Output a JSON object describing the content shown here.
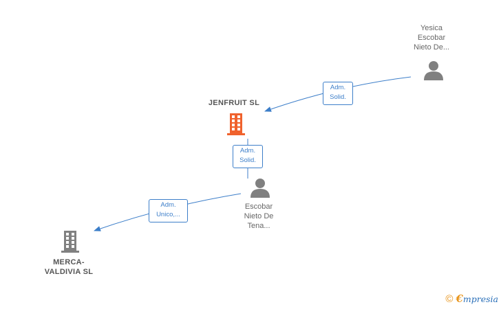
{
  "nodes": {
    "yesica": {
      "label": "Yesica\nEscobar\nNieto De...",
      "type": "person"
    },
    "jenfruit": {
      "label": "JENFRUIT  SL",
      "type": "company",
      "color": "#f0622d"
    },
    "escobar": {
      "label": "Escobar\nNieto De\nTena...",
      "type": "person"
    },
    "merca": {
      "label": "MERCA-\nVALDIVIA  SL",
      "type": "company",
      "color": "#808080"
    }
  },
  "edges": [
    {
      "from": "yesica",
      "to": "jenfruit",
      "label": "Adm.\nSolid."
    },
    {
      "from": "escobar",
      "to": "jenfruit",
      "label": "Adm.\nSolid."
    },
    {
      "from": "escobar",
      "to": "merca",
      "label": "Adm.\nUnico,..."
    }
  ],
  "brand": {
    "copyright": "©",
    "e": "€",
    "name": "mpresia"
  },
  "colors": {
    "edge": "#3c7ec9",
    "person": "#808080"
  }
}
